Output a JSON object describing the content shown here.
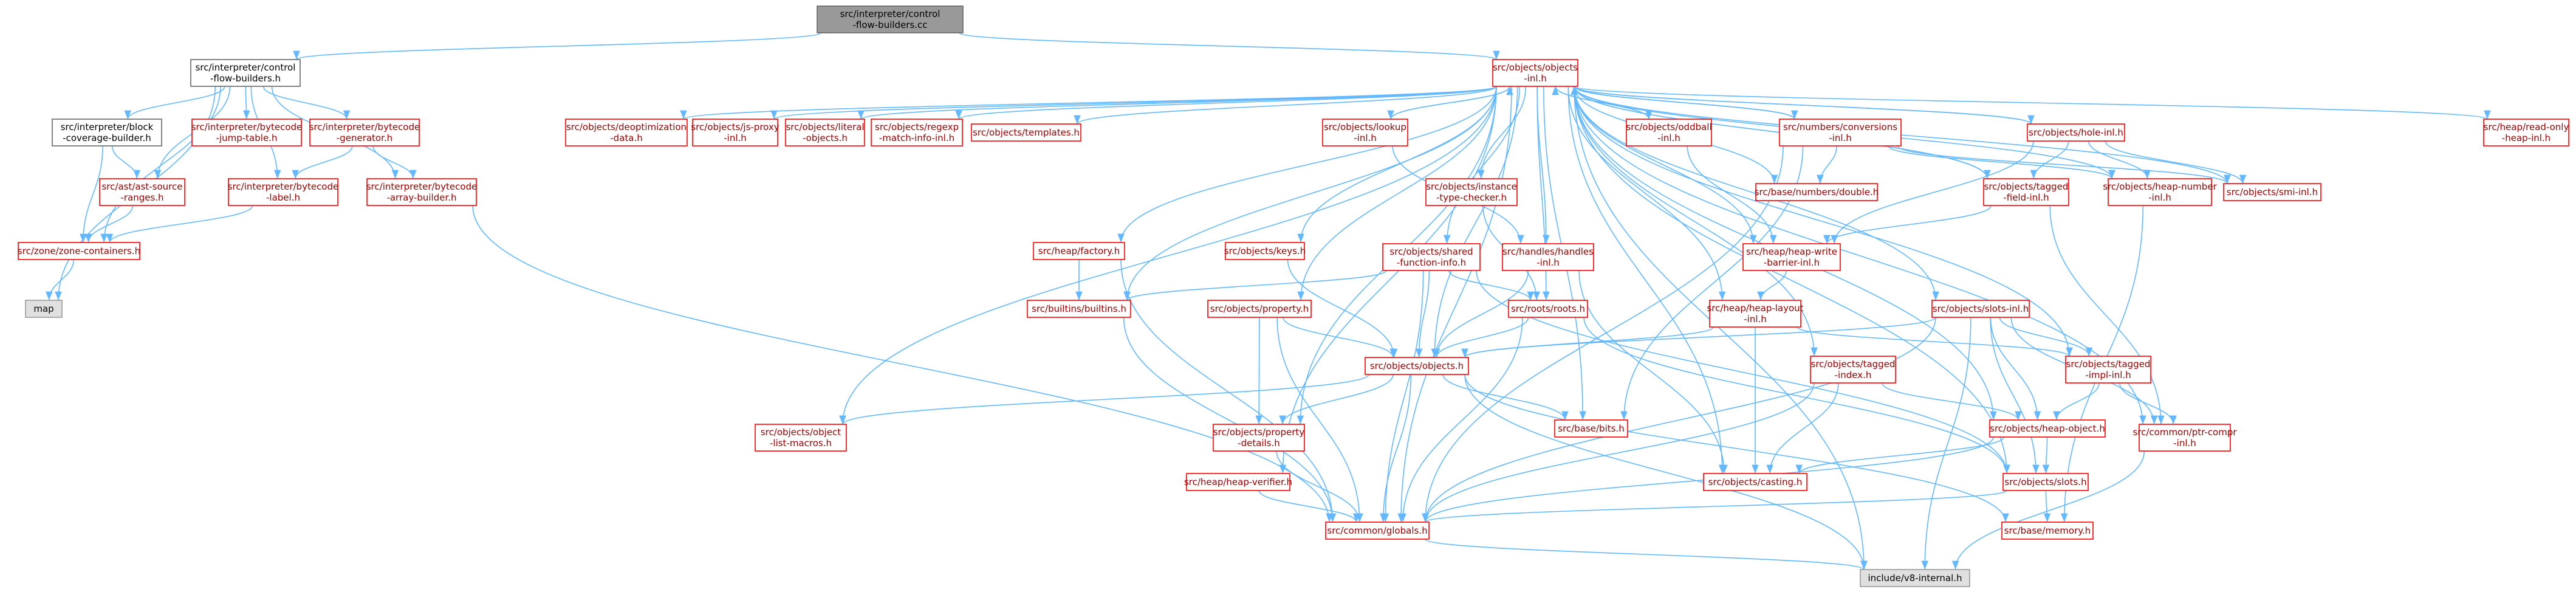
{
  "nodes": [
    {
      "id": "root",
      "lines": [
        "src/interpreter/control",
        "-flow-builders.cc"
      ],
      "kind": "root"
    },
    {
      "id": "cfb_h",
      "lines": [
        "src/interpreter/control",
        "-flow-builders.h"
      ],
      "kind": "plain"
    },
    {
      "id": "objects_inl",
      "lines": [
        "src/objects/objects",
        "-inl.h"
      ],
      "kind": "red"
    },
    {
      "id": "block_cov",
      "lines": [
        "src/interpreter/block",
        "-coverage-builder.h"
      ],
      "kind": "plain"
    },
    {
      "id": "jump_table",
      "lines": [
        "src/interpreter/bytecode",
        "-jump-table.h"
      ],
      "kind": "red"
    },
    {
      "id": "bc_gen",
      "lines": [
        "src/interpreter/bytecode",
        "-generator.h"
      ],
      "kind": "red"
    },
    {
      "id": "ast_src",
      "lines": [
        "src/ast/ast-source",
        "-ranges.h"
      ],
      "kind": "red"
    },
    {
      "id": "bc_label",
      "lines": [
        "src/interpreter/bytecode",
        "-label.h"
      ],
      "kind": "red"
    },
    {
      "id": "bc_array",
      "lines": [
        "src/interpreter/bytecode",
        "-array-builder.h"
      ],
      "kind": "red"
    },
    {
      "id": "zone",
      "lines": [
        "src/zone/zone-containers.h"
      ],
      "kind": "red"
    },
    {
      "id": "map",
      "lines": [
        "map"
      ],
      "kind": "gray"
    },
    {
      "id": "deopt",
      "lines": [
        "src/objects/deoptimization",
        "-data.h"
      ],
      "kind": "red"
    },
    {
      "id": "jsproxy",
      "lines": [
        "src/objects/js-proxy",
        "-inl.h"
      ],
      "kind": "red"
    },
    {
      "id": "literal",
      "lines": [
        "src/objects/literal",
        "-objects.h"
      ],
      "kind": "red"
    },
    {
      "id": "regexp",
      "lines": [
        "src/objects/regexp",
        "-match-info-inl.h"
      ],
      "kind": "red"
    },
    {
      "id": "templates",
      "lines": [
        "src/objects/templates.h"
      ],
      "kind": "red"
    },
    {
      "id": "lookup",
      "lines": [
        "src/objects/lookup",
        "-inl.h"
      ],
      "kind": "red"
    },
    {
      "id": "oddball",
      "lines": [
        "src/objects/oddball",
        "-inl.h"
      ],
      "kind": "red"
    },
    {
      "id": "numconv",
      "lines": [
        "src/numbers/conversions",
        "-inl.h"
      ],
      "kind": "red"
    },
    {
      "id": "holeinl",
      "lines": [
        "src/objects/hole-inl.h"
      ],
      "kind": "red"
    },
    {
      "id": "readonly",
      "lines": [
        "src/heap/read-only",
        "-heap-inl.h"
      ],
      "kind": "red"
    },
    {
      "id": "double",
      "lines": [
        "src/base/numbers/double.h"
      ],
      "kind": "red"
    },
    {
      "id": "taggedfield",
      "lines": [
        "src/objects/tagged",
        "-field-inl.h"
      ],
      "kind": "red"
    },
    {
      "id": "heapnumber",
      "lines": [
        "src/objects/heap-number",
        "-inl.h"
      ],
      "kind": "red"
    },
    {
      "id": "smi",
      "lines": [
        "src/objects/smi-inl.h"
      ],
      "kind": "red"
    },
    {
      "id": "instance",
      "lines": [
        "src/objects/instance",
        "-type-checker.h"
      ],
      "kind": "red"
    },
    {
      "id": "factory",
      "lines": [
        "src/heap/factory.h"
      ],
      "kind": "red"
    },
    {
      "id": "keys",
      "lines": [
        "src/objects/keys.h"
      ],
      "kind": "red"
    },
    {
      "id": "sfi",
      "lines": [
        "src/objects/shared",
        "-function-info.h"
      ],
      "kind": "red"
    },
    {
      "id": "handles",
      "lines": [
        "src/handles/handles",
        "-inl.h"
      ],
      "kind": "red"
    },
    {
      "id": "writebarrier",
      "lines": [
        "src/heap/heap-write",
        "-barrier-inl.h"
      ],
      "kind": "red"
    },
    {
      "id": "builtins",
      "lines": [
        "src/builtins/builtins.h"
      ],
      "kind": "red"
    },
    {
      "id": "property",
      "lines": [
        "src/objects/property.h"
      ],
      "kind": "red"
    },
    {
      "id": "roots",
      "lines": [
        "src/roots/roots.h"
      ],
      "kind": "red"
    },
    {
      "id": "heaplayout",
      "lines": [
        "src/heap/heap-layout",
        "-inl.h"
      ],
      "kind": "red"
    },
    {
      "id": "slotsinl",
      "lines": [
        "src/objects/slots-inl.h"
      ],
      "kind": "red"
    },
    {
      "id": "objects_h",
      "lines": [
        "src/objects/objects.h"
      ],
      "kind": "red"
    },
    {
      "id": "taggedindex",
      "lines": [
        "src/objects/tagged",
        "-index.h"
      ],
      "kind": "red"
    },
    {
      "id": "taggedimpl",
      "lines": [
        "src/objects/tagged",
        "-impl-inl.h"
      ],
      "kind": "red"
    },
    {
      "id": "macros",
      "lines": [
        "src/objects/object",
        "-list-macros.h"
      ],
      "kind": "red"
    },
    {
      "id": "propdetails",
      "lines": [
        "src/objects/property",
        "-details.h"
      ],
      "kind": "red"
    },
    {
      "id": "bits",
      "lines": [
        "src/base/bits.h"
      ],
      "kind": "red"
    },
    {
      "id": "heapobject",
      "lines": [
        "src/objects/heap-object.h"
      ],
      "kind": "red"
    },
    {
      "id": "ptrcompr",
      "lines": [
        "src/common/ptr-compr",
        "-inl.h"
      ],
      "kind": "red"
    },
    {
      "id": "verifier",
      "lines": [
        "src/heap/heap-verifier.h"
      ],
      "kind": "red"
    },
    {
      "id": "casting",
      "lines": [
        "src/objects/casting.h"
      ],
      "kind": "red"
    },
    {
      "id": "slots",
      "lines": [
        "src/objects/slots.h"
      ],
      "kind": "red"
    },
    {
      "id": "globals",
      "lines": [
        "src/common/globals.h"
      ],
      "kind": "red"
    },
    {
      "id": "memory",
      "lines": [
        "src/base/memory.h"
      ],
      "kind": "red"
    },
    {
      "id": "v8internal",
      "lines": [
        "include/v8-internal.h"
      ],
      "kind": "gray"
    }
  ],
  "edges": [
    [
      "root",
      "cfb_h"
    ],
    [
      "root",
      "objects_inl"
    ],
    [
      "cfb_h",
      "block_cov"
    ],
    [
      "cfb_h",
      "jump_table"
    ],
    [
      "cfb_h",
      "bc_gen"
    ],
    [
      "cfb_h",
      "ast_src"
    ],
    [
      "cfb_h",
      "bc_label"
    ],
    [
      "cfb_h",
      "bc_array"
    ],
    [
      "cfb_h",
      "zone"
    ],
    [
      "cfb_h",
      "map"
    ],
    [
      "block_cov",
      "ast_src"
    ],
    [
      "block_cov",
      "zone"
    ],
    [
      "bc_gen",
      "bc_label"
    ],
    [
      "bc_gen",
      "bc_array"
    ],
    [
      "ast_src",
      "zone"
    ],
    [
      "bc_label",
      "zone"
    ],
    [
      "zone",
      "map"
    ],
    [
      "bc_array",
      "globals"
    ],
    [
      "objects_inl",
      "deopt"
    ],
    [
      "objects_inl",
      "jsproxy"
    ],
    [
      "objects_inl",
      "literal"
    ],
    [
      "objects_inl",
      "regexp"
    ],
    [
      "objects_inl",
      "templates"
    ],
    [
      "objects_inl",
      "lookup"
    ],
    [
      "objects_inl",
      "oddball"
    ],
    [
      "objects_inl",
      "numconv"
    ],
    [
      "objects_inl",
      "holeinl"
    ],
    [
      "objects_inl",
      "readonly"
    ],
    [
      "objects_inl",
      "double"
    ],
    [
      "objects_inl",
      "taggedfield"
    ],
    [
      "objects_inl",
      "heapnumber"
    ],
    [
      "objects_inl",
      "smi"
    ],
    [
      "objects_inl",
      "instance"
    ],
    [
      "objects_inl",
      "factory"
    ],
    [
      "objects_inl",
      "keys"
    ],
    [
      "objects_inl",
      "sfi"
    ],
    [
      "objects_inl",
      "handles"
    ],
    [
      "objects_inl",
      "writebarrier"
    ],
    [
      "objects_inl",
      "builtins"
    ],
    [
      "objects_inl",
      "property"
    ],
    [
      "objects_inl",
      "roots"
    ],
    [
      "objects_inl",
      "heaplayout"
    ],
    [
      "objects_inl",
      "slotsinl"
    ],
    [
      "objects_inl",
      "objects_h"
    ],
    [
      "objects_inl",
      "taggedindex"
    ],
    [
      "objects_inl",
      "taggedimpl"
    ],
    [
      "objects_inl",
      "macros"
    ],
    [
      "objects_inl",
      "propdetails"
    ],
    [
      "objects_inl",
      "bits"
    ],
    [
      "objects_inl",
      "heapobject"
    ],
    [
      "objects_inl",
      "ptrcompr"
    ],
    [
      "objects_inl",
      "verifier"
    ],
    [
      "objects_inl",
      "casting"
    ],
    [
      "objects_inl",
      "slots"
    ],
    [
      "objects_inl",
      "globals"
    ],
    [
      "objects_inl",
      "v8internal"
    ],
    [
      "lookup",
      "objects_inl"
    ],
    [
      "oddball",
      "objects_inl"
    ],
    [
      "numconv",
      "objects_inl"
    ],
    [
      "holeinl",
      "objects_inl"
    ],
    [
      "taggedfield",
      "objects_inl"
    ],
    [
      "lookup",
      "handles"
    ],
    [
      "oddball",
      "writebarrier"
    ],
    [
      "numconv",
      "double"
    ],
    [
      "numconv",
      "heapnumber"
    ],
    [
      "numconv",
      "smi"
    ],
    [
      "numconv",
      "bits"
    ],
    [
      "numconv",
      "globals"
    ],
    [
      "holeinl",
      "taggedfield"
    ],
    [
      "holeinl",
      "heapnumber"
    ],
    [
      "holeinl",
      "smi"
    ],
    [
      "holeinl",
      "writebarrier"
    ],
    [
      "taggedfield",
      "writebarrier"
    ],
    [
      "taggedfield",
      "ptrcompr"
    ],
    [
      "heapnumber",
      "memory"
    ],
    [
      "instance",
      "roots"
    ],
    [
      "factory",
      "builtins"
    ],
    [
      "factory",
      "globals"
    ],
    [
      "keys",
      "objects_h"
    ],
    [
      "sfi",
      "builtins"
    ],
    [
      "sfi",
      "roots"
    ],
    [
      "sfi",
      "objects_h"
    ],
    [
      "sfi",
      "slots"
    ],
    [
      "sfi",
      "globals"
    ],
    [
      "handles",
      "objects_h"
    ],
    [
      "handles",
      "casting"
    ],
    [
      "writebarrier",
      "heaplayout"
    ],
    [
      "builtins",
      "globals"
    ],
    [
      "property",
      "objects_h"
    ],
    [
      "property",
      "propdetails"
    ],
    [
      "property",
      "globals"
    ],
    [
      "roots",
      "objects_h"
    ],
    [
      "roots",
      "slots"
    ],
    [
      "roots",
      "globals"
    ],
    [
      "heaplayout",
      "objects_h"
    ],
    [
      "heaplayout",
      "taggedimpl"
    ],
    [
      "heaplayout",
      "casting"
    ],
    [
      "slotsinl",
      "objects_h"
    ],
    [
      "slotsinl",
      "taggedimpl"
    ],
    [
      "slotsinl",
      "heapobject"
    ],
    [
      "slotsinl",
      "ptrcompr"
    ],
    [
      "slotsinl",
      "slots"
    ],
    [
      "slotsinl",
      "globals"
    ],
    [
      "slotsinl",
      "v8internal"
    ],
    [
      "objects_h",
      "macros"
    ],
    [
      "objects_h",
      "propdetails"
    ],
    [
      "objects_h",
      "bits"
    ],
    [
      "objects_h",
      "globals"
    ],
    [
      "objects_h",
      "memory"
    ],
    [
      "objects_h",
      "v8internal"
    ],
    [
      "taggedindex",
      "heapobject"
    ],
    [
      "taggedindex",
      "casting"
    ],
    [
      "taggedindex",
      "globals"
    ],
    [
      "taggedimpl",
      "heapobject"
    ],
    [
      "taggedimpl",
      "ptrcompr"
    ],
    [
      "propdetails",
      "globals"
    ],
    [
      "heapobject",
      "casting"
    ],
    [
      "heapobject",
      "slots"
    ],
    [
      "heapobject",
      "globals"
    ],
    [
      "ptrcompr",
      "v8internal"
    ],
    [
      "verifier",
      "globals"
    ],
    [
      "slots",
      "memory"
    ],
    [
      "slots",
      "globals"
    ],
    [
      "globals",
      "v8internal"
    ]
  ]
}
